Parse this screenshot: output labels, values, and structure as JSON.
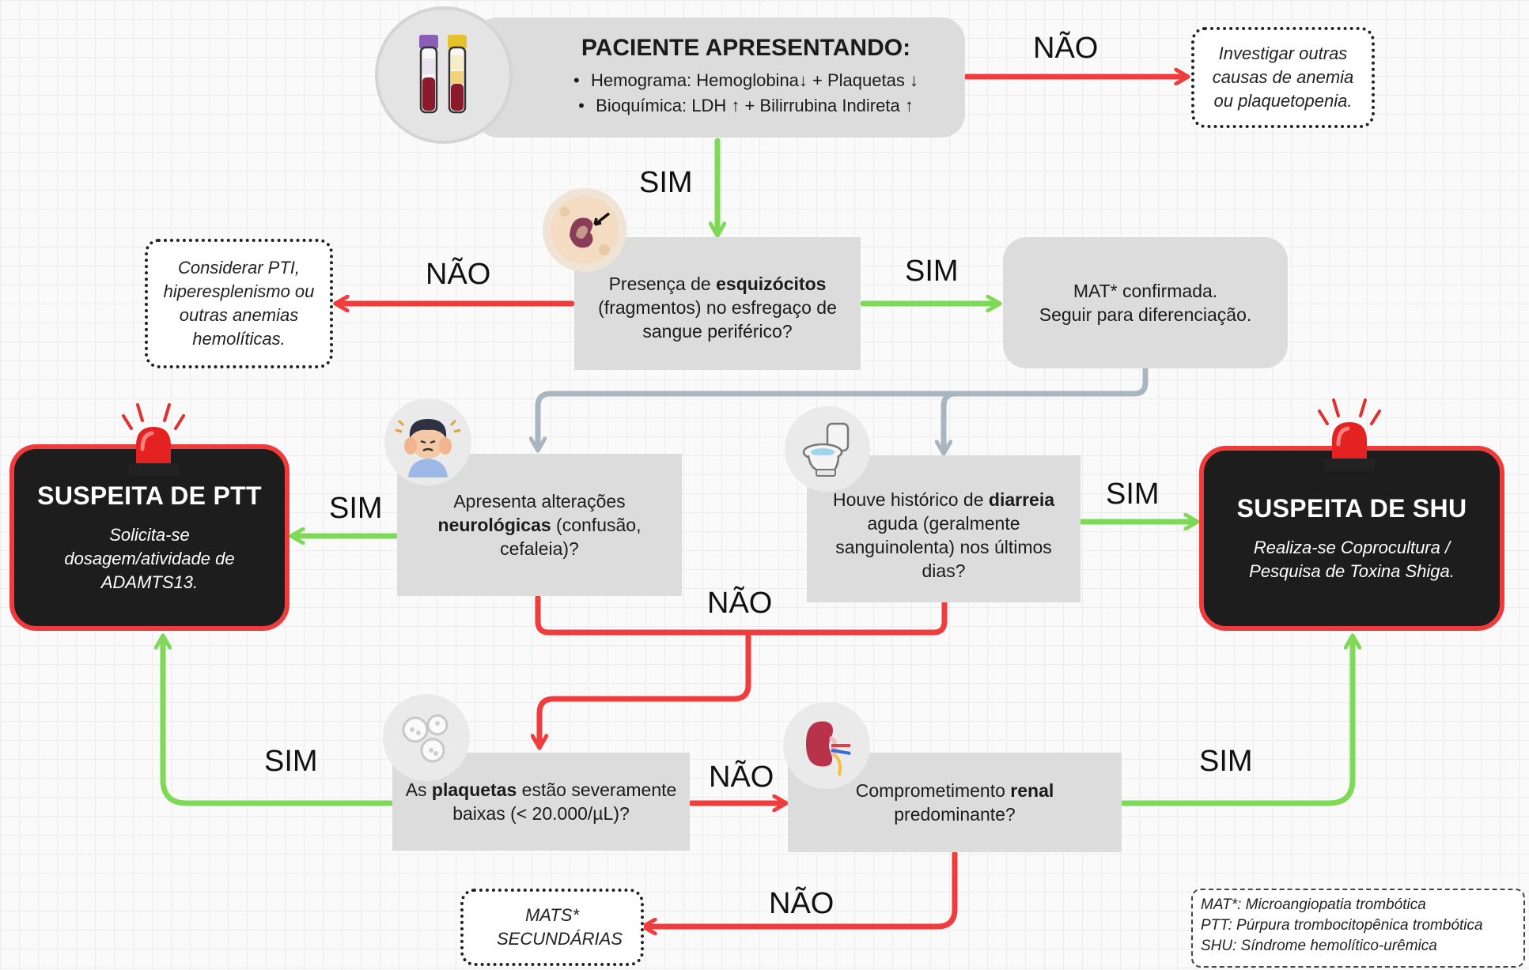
{
  "start": {
    "title": "PACIENTE APRESENTANDO:",
    "bullets": [
      "Hemograma: Hemoglobina↓ + Plaquetas ↓",
      "Bioquímica: LDH ↑ + Bilirrubina Indireta ↑"
    ]
  },
  "notes": {
    "other_anemia": "Investigar outras causas de anemia ou plaquetopenia.",
    "pti": "Considerar PTI, hiperesplenismo ou outras anemias hemolíticas.",
    "secondary": "MATS* SECUNDÁRIAS"
  },
  "schistocytes": {
    "pre": "Presença de ",
    "bold": "esquizócitos",
    "post": " (fragmentos) no esfregaço de sangue periférico?"
  },
  "mat_confirmed": {
    "line1": "MAT* confirmada.",
    "line2": "Seguir para diferenciação."
  },
  "neuro": {
    "pre": "Apresenta alterações ",
    "bold": "neurológicas",
    "post": " (confusão, cefaleia)?"
  },
  "diarrhea": {
    "pre": "Houve histórico de ",
    "bold": "diarreia",
    "post": " aguda (geralmente sanguinolenta) nos últimos dias?"
  },
  "platelets": {
    "pre": "As ",
    "bold": "plaquetas",
    "post": " estão severamente baixas (< 20.000/µL)?"
  },
  "renal": {
    "pre": "Comprometimento ",
    "bold": "renal",
    "post": " predominante?"
  },
  "ptt": {
    "title": "SUSPEITA DE PTT",
    "desc": "Solicita-se dosagem/atividade de ADAMTS13."
  },
  "shu": {
    "title": "SUSPEITA DE SHU",
    "desc": "Realiza-se Coprocultura / Pesquisa de Toxina Shiga."
  },
  "labels": {
    "sim": "SIM",
    "nao": "NÃO"
  },
  "legend": [
    "MAT*: Microangiopatia trombótica",
    "PTT: Púrpura trombocitopênica trombótica",
    "SHU: Síndrome hemolítico-urêmica"
  ],
  "colors": {
    "yes": "#7ed957",
    "no": "#f03c3c",
    "neutral": "#a9b6c0",
    "alert_bg": "#1d1d1d"
  },
  "icons": [
    "blood-tubes-icon",
    "blood-cell-icon",
    "headache-person-icon",
    "toilet-icon",
    "platelets-icon",
    "kidney-icon",
    "siren-icon"
  ]
}
